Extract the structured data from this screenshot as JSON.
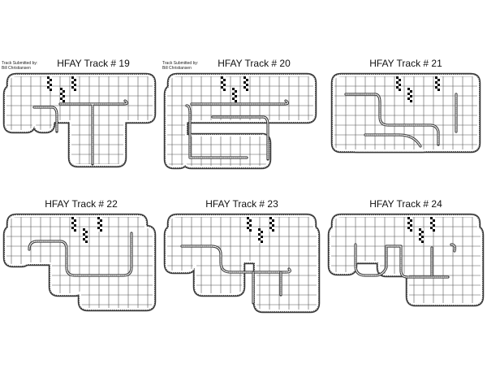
{
  "colors": {
    "outline": "#3a3a3a",
    "grid": "#555555",
    "flag": "#000000",
    "background": "#ffffff"
  },
  "icons": {
    "start_finish": "checkered-flag-icon"
  },
  "credit": {
    "line1": "Track Submitted by:",
    "line2": "Bill Christiansen"
  },
  "tracks": [
    {
      "title": "HFAY Track # 19",
      "credit": true
    },
    {
      "title": "HFAY Track # 20",
      "credit": true
    },
    {
      "title": "HFAY Track # 21",
      "credit": false
    },
    {
      "title": "HFAY Track # 22",
      "credit": false
    },
    {
      "title": "HFAY Track # 23",
      "credit": false
    },
    {
      "title": "HFAY Track # 24",
      "credit": false
    }
  ]
}
